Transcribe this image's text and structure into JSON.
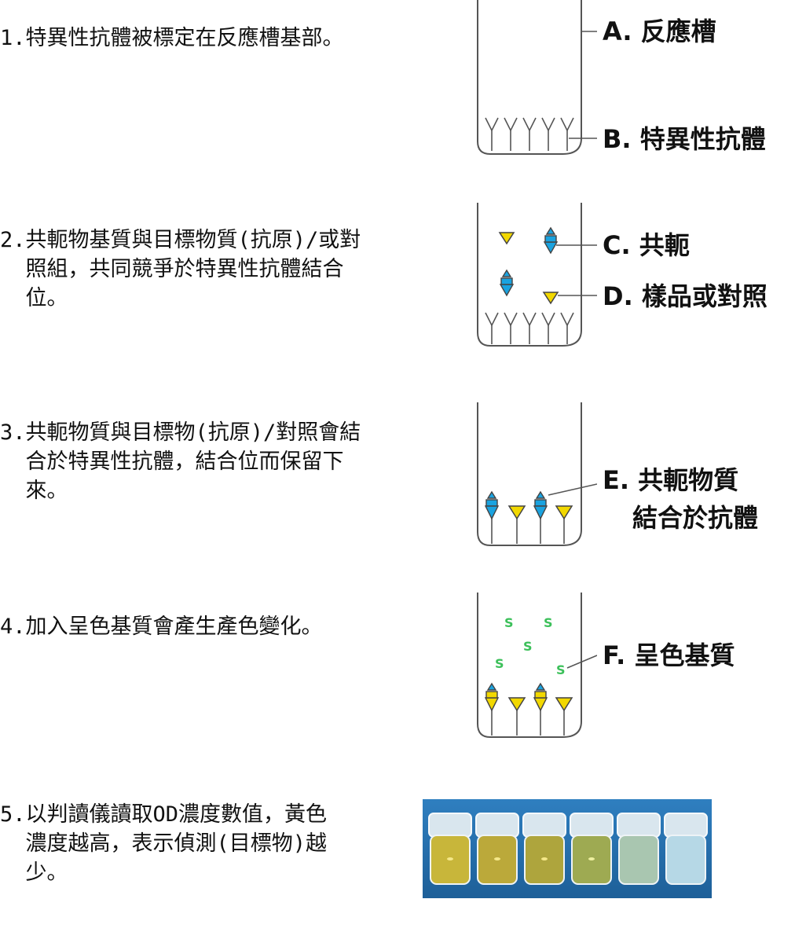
{
  "steps": [
    {
      "text": "1.特異性抗體被標定在反應槽基部。"
    },
    {
      "text": "2.共軛物基質與目標物質(抗原)/或對\n  照組，共同競爭於特異性抗體結合\n  位。"
    },
    {
      "text": "3.共軛物質與目標物(抗原)/對照會結\n  合於特異性抗體，結合位而保留下\n  來。"
    },
    {
      "text": "4.加入呈色基質會產生產色變化。"
    },
    {
      "text": "5.以判讀儀讀取OD濃度數值，黃色\n  濃度越高，表示偵測(目標物)越\n  少。"
    }
  ],
  "labels": {
    "a": "A. 反應槽",
    "b": "B. 特異性抗體",
    "c": "C. 共軛",
    "d": "D. 樣品或對照",
    "e_line1": "E. 共軛物質",
    "e_line2": "結合於抗體",
    "f": "F. 呈色基質"
  },
  "substrate_symbol": "S",
  "colors": {
    "conjugate_blue": "#1aa3e0",
    "sample_yellow": "#f2d800",
    "substrate_green": "#3cc05a",
    "well_outline": "#555555"
  },
  "photo": {
    "description_icon": "elisa-wells-photo-icon",
    "wells": 6
  }
}
